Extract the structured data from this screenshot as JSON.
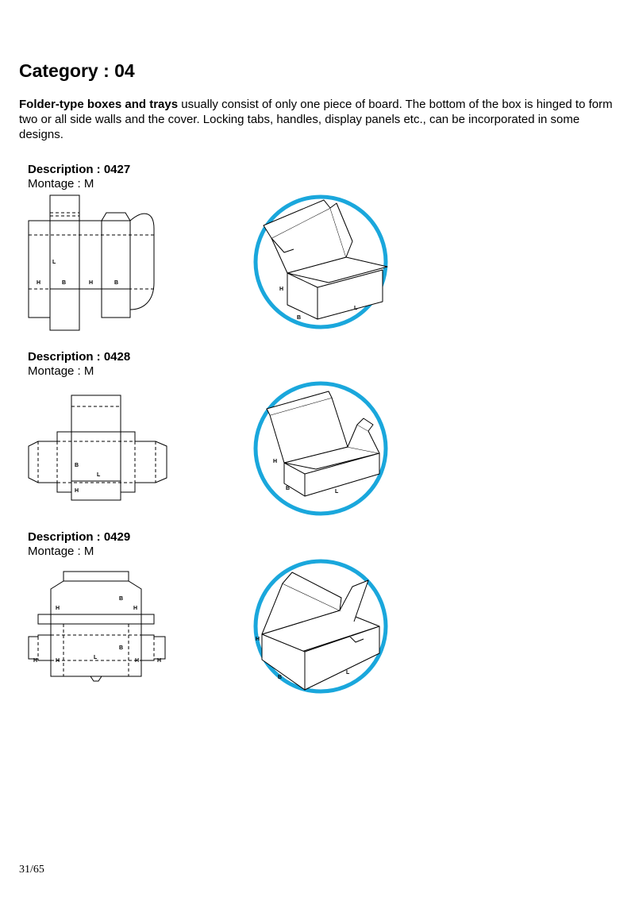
{
  "header": {
    "title": "Category : 04"
  },
  "intro": {
    "bold": "Folder-type boxes and trays",
    "text": " usually consist of only one piece of board. The bottom of the box is hinged to form two or all side walls and the cover. Locking tabs, handles, display panels etc., can be incorporated in some designs."
  },
  "items": [
    {
      "heading": "Description : 0427",
      "montage": "Montage : M"
    },
    {
      "heading": "Description : 0428",
      "montage": "Montage : M"
    },
    {
      "heading": "Description : 0429",
      "montage": "Montage : M"
    }
  ],
  "diagram_labels": {
    "H": "H",
    "B": "B",
    "L": "L"
  },
  "colors": {
    "circle": "#1aa7dc",
    "line": "#000000"
  },
  "footer": {
    "page": "31/65"
  }
}
